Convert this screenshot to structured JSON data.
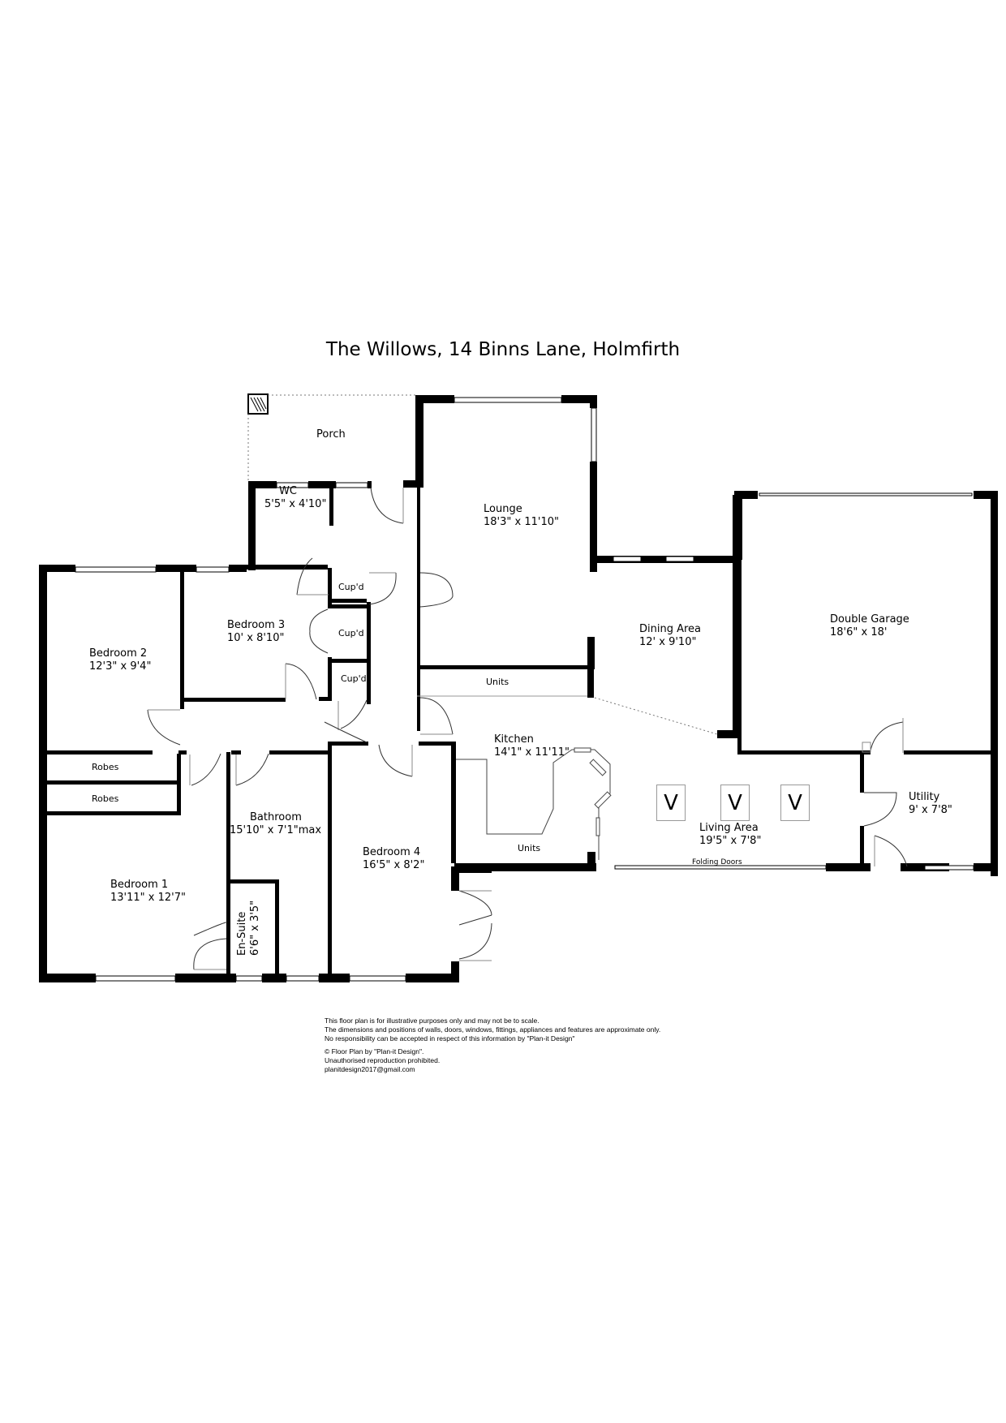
{
  "title": "The Willows, 14 Binns Lane, Holmfirth",
  "rooms": {
    "porch": {
      "name": "Porch"
    },
    "wc": {
      "name": "WC",
      "dim": "5'5\" x 4'10\""
    },
    "lounge": {
      "name": "Lounge",
      "dim": "18'3\" x 11'10\""
    },
    "bedroom2": {
      "name": "Bedroom 2",
      "dim": "12'3\" x 9'4\""
    },
    "bedroom3": {
      "name": "Bedroom 3",
      "dim": "10' x 8'10\""
    },
    "dining": {
      "name": "Dining Area",
      "dim": "12' x 9'10\""
    },
    "garage": {
      "name": "Double Garage",
      "dim": "18'6\" x 18'"
    },
    "kitchen": {
      "name": "Kitchen",
      "dim": "14'1\" x 11'11\""
    },
    "living": {
      "name": "Living Area",
      "dim": "19'5\" x 7'8\""
    },
    "utility": {
      "name": "Utility",
      "dim": "9' x 7'8\""
    },
    "bathroom": {
      "name": "Bathroom",
      "dim": "15'10\" x 7'1\"max"
    },
    "bedroom4": {
      "name": "Bedroom 4",
      "dim": "16'5\" x 8'2\""
    },
    "bedroom1": {
      "name": "Bedroom 1",
      "dim": "13'11\" x 12'7\""
    },
    "ensuite": {
      "name": "En-Suite",
      "dim": "6'6\" x 3'5\""
    }
  },
  "fixtures": {
    "cupd": "Cup'd",
    "robes": "Robes",
    "units": "Units",
    "folding_doors": "Folding Doors",
    "velux": "V"
  },
  "footer": {
    "line1": "This floor plan is for illustrative purposes only and may not be to scale.",
    "line2": "The dimensions and positions of walls, doors, windows, fittings, appliances and features are approximate only.",
    "line3": "No responsibility can be accepted in respect of this information by \"Plan-it Design\"",
    "line4": "© Floor Plan by \"Plan-it Design\".",
    "line5": "Unauthorised reproduction prohibited.",
    "line6": "planitdesign2017@gmail.com"
  }
}
